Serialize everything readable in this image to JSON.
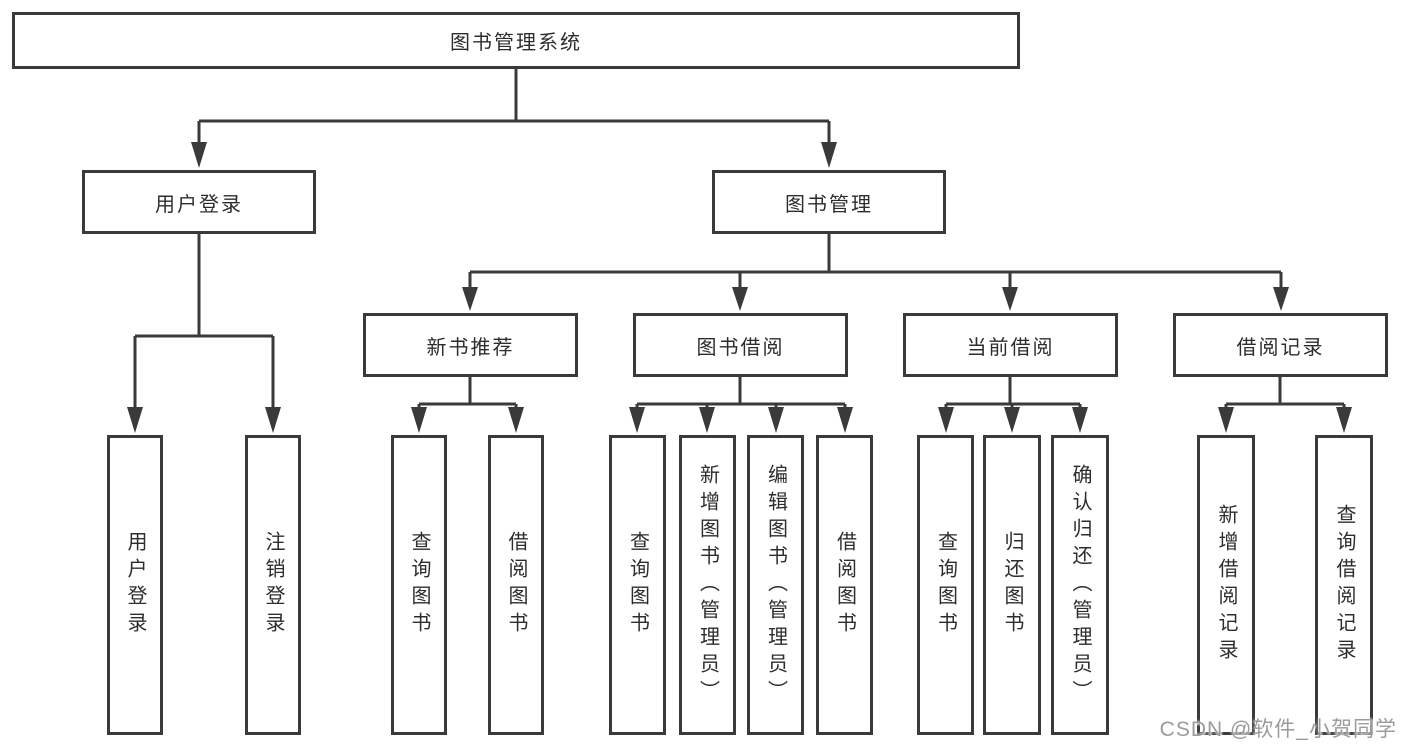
{
  "colors": {
    "line": "#3a3a3a",
    "box_border": "#3a3a3a",
    "box_fill": "#ffffff",
    "text": "#2d2d2d",
    "watermark": "#9b9b9b",
    "background": "#ffffff"
  },
  "watermark": {
    "text": "CSDN @软件_小贺同学"
  },
  "diagram": {
    "title": "图书管理系统",
    "branches": [
      {
        "label": "用户登录",
        "children": [
          {
            "label": "用户登录"
          },
          {
            "label": "注销登录"
          }
        ]
      },
      {
        "label": "图书管理",
        "children": [
          {
            "label": "新书推荐",
            "children": [
              {
                "label": "查询图书"
              },
              {
                "label": "借阅图书"
              }
            ]
          },
          {
            "label": "图书借阅",
            "children": [
              {
                "label": "查询图书"
              },
              {
                "label": "新增图书（管理员）"
              },
              {
                "label": "编辑图书（管理员）"
              },
              {
                "label": "借阅图书"
              }
            ]
          },
          {
            "label": "当前借阅",
            "children": [
              {
                "label": "查询图书"
              },
              {
                "label": "归还图书"
              },
              {
                "label": "确认归还（管理员）"
              }
            ]
          },
          {
            "label": "借阅记录",
            "children": [
              {
                "label": "新增借阅记录"
              },
              {
                "label": "查询借阅记录"
              }
            ]
          }
        ]
      }
    ]
  }
}
